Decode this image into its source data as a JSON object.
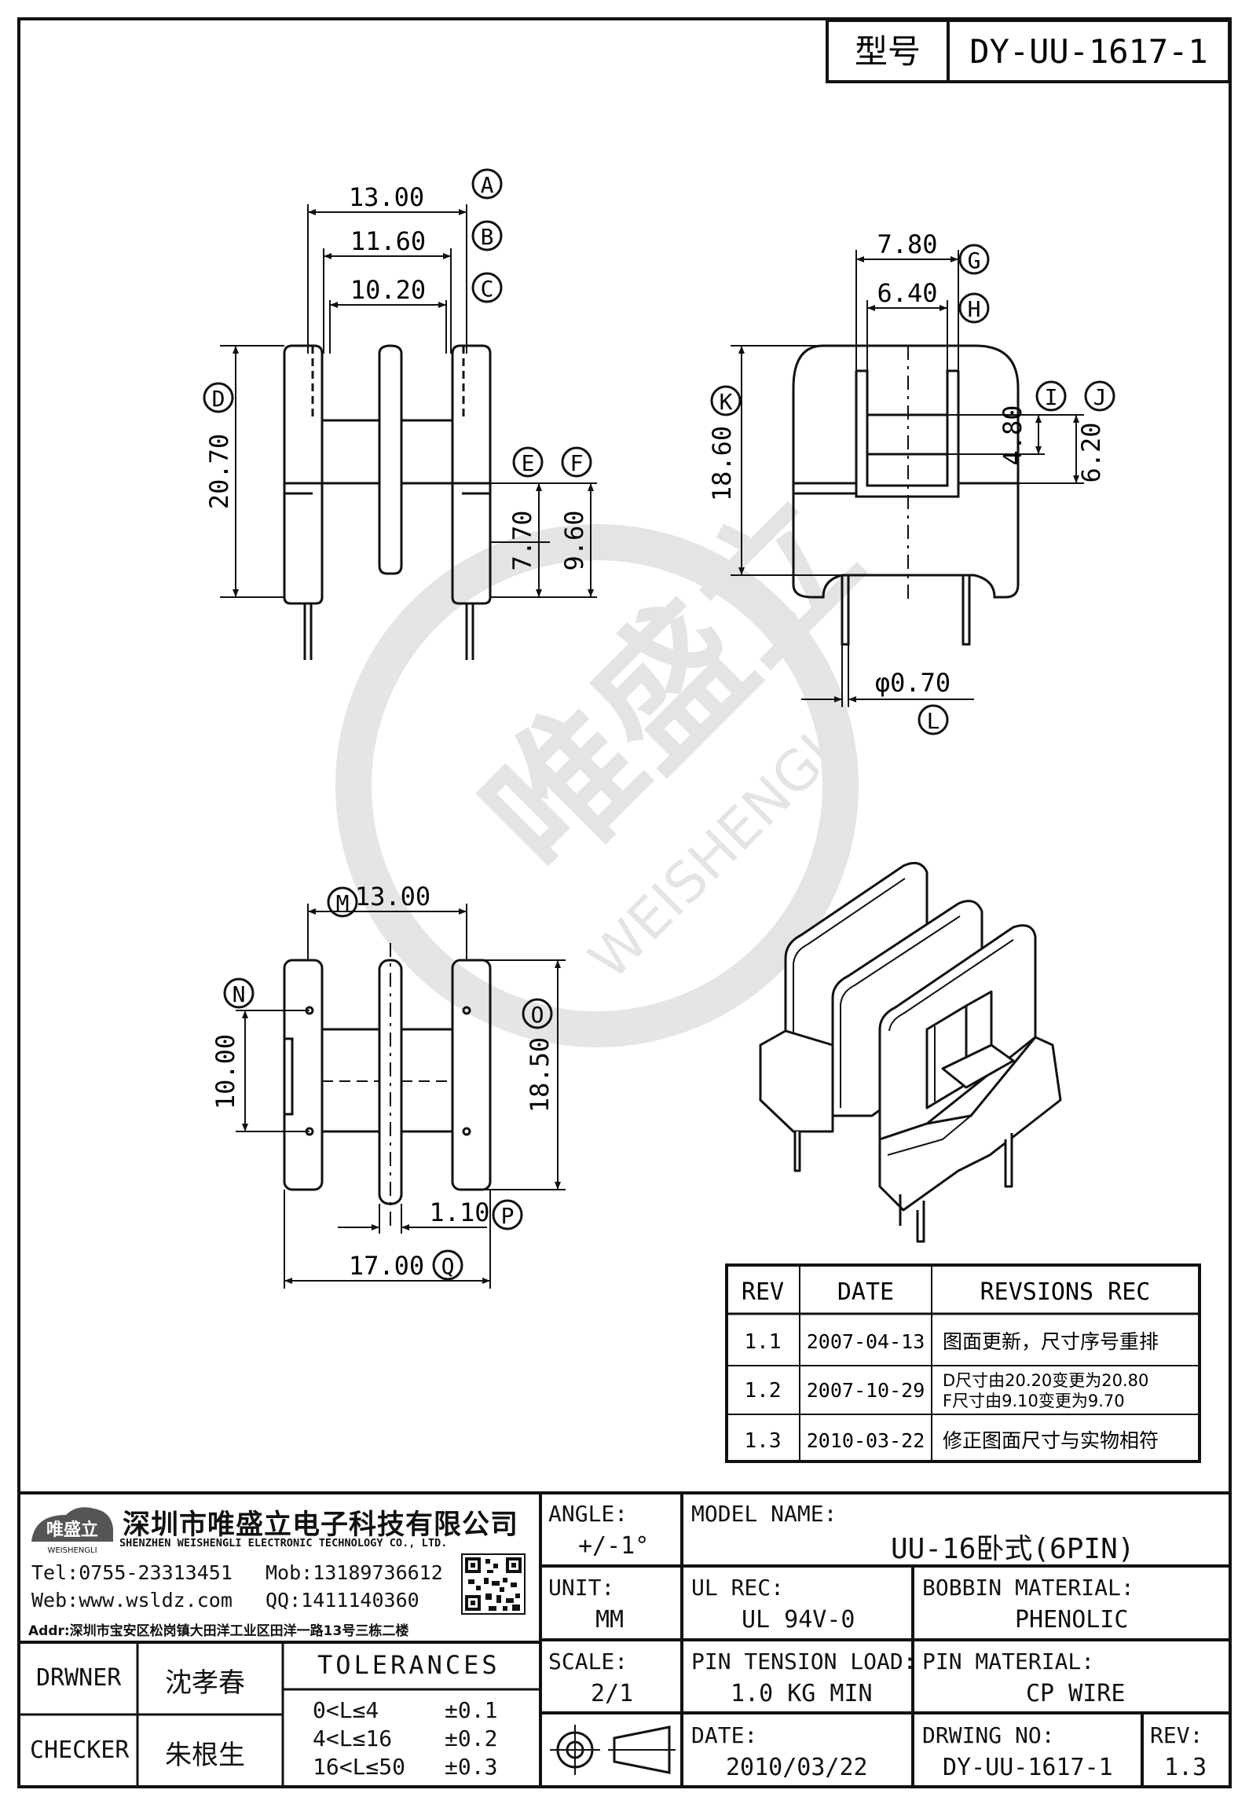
{
  "model_header": {
    "label": "型号",
    "value": "DY-UU-1617-1"
  },
  "watermark": {
    "cn": "唯盛立",
    "en": "WEISHENGLI"
  },
  "front_view": {
    "dims": {
      "a": "13.00",
      "b": "11.60",
      "c": "10.20",
      "d": "20.70",
      "e": "7.70",
      "f": "9.60"
    },
    "markers": [
      "A",
      "B",
      "C",
      "D",
      "E",
      "F"
    ]
  },
  "side_view": {
    "dims": {
      "g": "7.80",
      "h": "6.40",
      "i": "4.80",
      "j": "6.20",
      "k": "18.60",
      "l": "φ0.70"
    },
    "markers": [
      "G",
      "H",
      "I",
      "J",
      "K",
      "L"
    ]
  },
  "bottom_view": {
    "dims": {
      "m": "13.00",
      "n": "10.00",
      "o": "18.50",
      "p": "1.10",
      "q": "17.00"
    },
    "markers": [
      "M",
      "N",
      "O",
      "P",
      "Q"
    ]
  },
  "revisions": {
    "headers": [
      "REV",
      "DATE",
      "REVSIONS REC"
    ],
    "rows": [
      {
        "rev": "1.1",
        "date": "2007-04-13",
        "rec": [
          "图面更新，尺寸序号重排"
        ]
      },
      {
        "rev": "1.2",
        "date": "2007-10-29",
        "rec": [
          "D尺寸由20.20变更为20.80",
          "F尺寸由9.10变更为9.70"
        ]
      },
      {
        "rev": "1.3",
        "date": "2010-03-22",
        "rec": [
          "修正图面尺寸与实物相符"
        ]
      }
    ]
  },
  "company": {
    "logo_text": "唯盛立",
    "logo_sub": "WEISHENGLI",
    "name_cn": "深圳市唯盛立电子科技有限公司",
    "name_en": "SHENZHEN WEISHENGLI ELECTRONIC TECHNOLOGY CO., LTD.",
    "tel": "Tel:0755-23313451",
    "mob": "Mob:13189736612",
    "web": "Web:www.wsldz.com",
    "qq": "QQ:1411140360",
    "addr": "Addr:深圳市宝安区松岗镇大田洋工业区田洋一路13号三栋二楼"
  },
  "title_block": {
    "angle_label": "ANGLE:",
    "angle_value": "+/-1°",
    "model_label": "MODEL NAME:",
    "model_value": "UU-16卧式(6PIN)",
    "unit_label": "UNIT:",
    "unit_value": "MM",
    "ul_label": "UL REC:",
    "ul_value": "UL 94V-0",
    "bobbin_label": "BOBBIN MATERIAL:",
    "bobbin_value": "PHENOLIC",
    "scale_label": "SCALE:",
    "scale_value": "2/1",
    "tension_label": "PIN TENSION LOAD:",
    "tension_value": "1.0 KG MIN",
    "pin_label": "PIN MATERIAL:",
    "pin_value": "CP WIRE",
    "date_label": "DATE:",
    "date_value": "2010/03/22",
    "drw_label": "DRWING NO:",
    "drw_value": "DY-UU-1617-1",
    "rev_label": "REV:",
    "rev_value": "1.3",
    "drawer_label": "DRWNER",
    "drawer_name": "沈孝春",
    "checker_label": "CHECKER",
    "checker_name": "朱根生",
    "tol_title": "TOLERANCES",
    "tol_rows": [
      {
        "range": "0<L≤4",
        "tol": "±0.1"
      },
      {
        "range": "4<L≤16",
        "tol": "±0.2"
      },
      {
        "range": "16<L≤50",
        "tol": "±0.3"
      }
    ]
  }
}
